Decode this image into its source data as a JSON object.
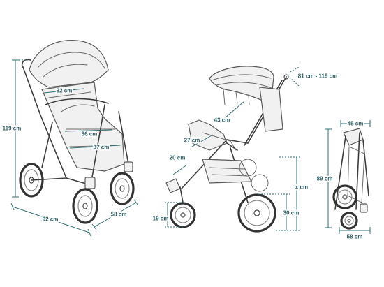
{
  "colors": {
    "dimension": "#2f6d73",
    "line_art": "#3d3d3d",
    "background": "#ffffff"
  },
  "views": {
    "front": {
      "height": "119 cm",
      "length": "92 cm",
      "width": "58 cm",
      "seat_width": "32 cm",
      "seat_depth": "36 cm",
      "footrest_depth": "37 cm"
    },
    "side": {
      "handle_height": "81 cm - 119 cm",
      "backrest_length": "43 cm",
      "seat_length": "27 cm",
      "legrest_length": "20 cm",
      "seat_height": "x cm",
      "rear_wheel": "30 cm",
      "front_wheel": "19 cm"
    },
    "folded": {
      "width": "45 cm",
      "height": "89 cm",
      "depth": "58 cm"
    }
  }
}
